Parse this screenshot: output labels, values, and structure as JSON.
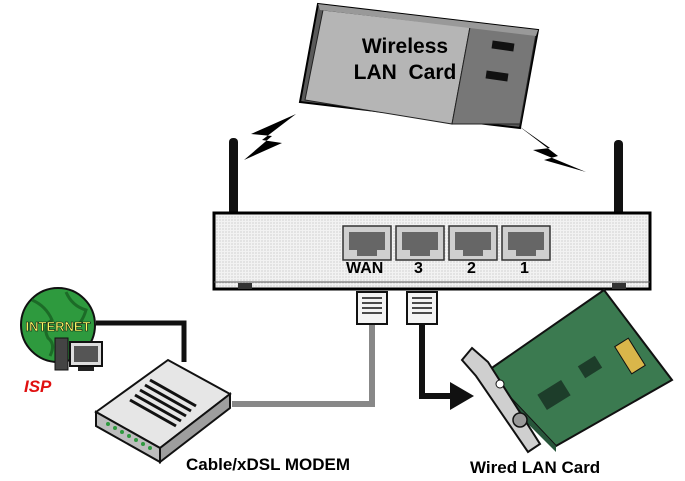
{
  "wireless_card": {
    "label_line1": "Wireless",
    "label_line2": "LAN  Card"
  },
  "router": {
    "ports": [
      "WAN",
      "3",
      "2",
      "1"
    ]
  },
  "internet": {
    "badge": "INTERNET",
    "isp": "ISP"
  },
  "modem": {
    "label": "Cable/xDSL MODEM"
  },
  "wired_card": {
    "label": "Wired LAN Card"
  }
}
